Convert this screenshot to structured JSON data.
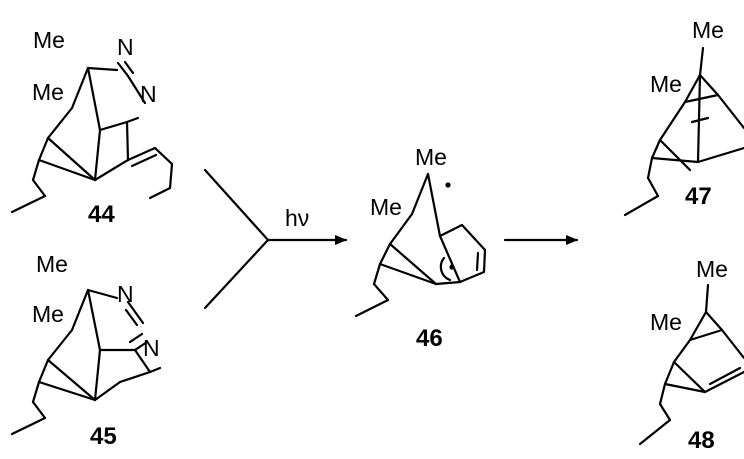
{
  "compounds": {
    "c44": {
      "number": "44",
      "methyl_top": "Me",
      "methyl_bridge": "Me",
      "n_upper": "N",
      "n_lower": "N"
    },
    "c45": {
      "number": "45",
      "methyl_top": "Me",
      "methyl_bridge": "Me",
      "n_upper": "N",
      "n_lower": "N"
    },
    "c46": {
      "number": "46",
      "methyl_top": "Me",
      "methyl_bridge": "Me"
    },
    "c47": {
      "number": "47",
      "methyl_top": "Me",
      "methyl_bridge": "Me"
    },
    "c48": {
      "number": "48",
      "methyl_top": "Me",
      "methyl_bridge": "Me"
    }
  },
  "arrows": {
    "photolysis": {
      "condition": "hν"
    }
  },
  "icons": {
    "merge_arrow": "converging-reaction-arrow-icon",
    "product_arrow": "reaction-arrow-icon",
    "radical_dot": "radical-dot-icon"
  },
  "colors": {
    "ink": "#000000",
    "background": "#ffffff"
  }
}
